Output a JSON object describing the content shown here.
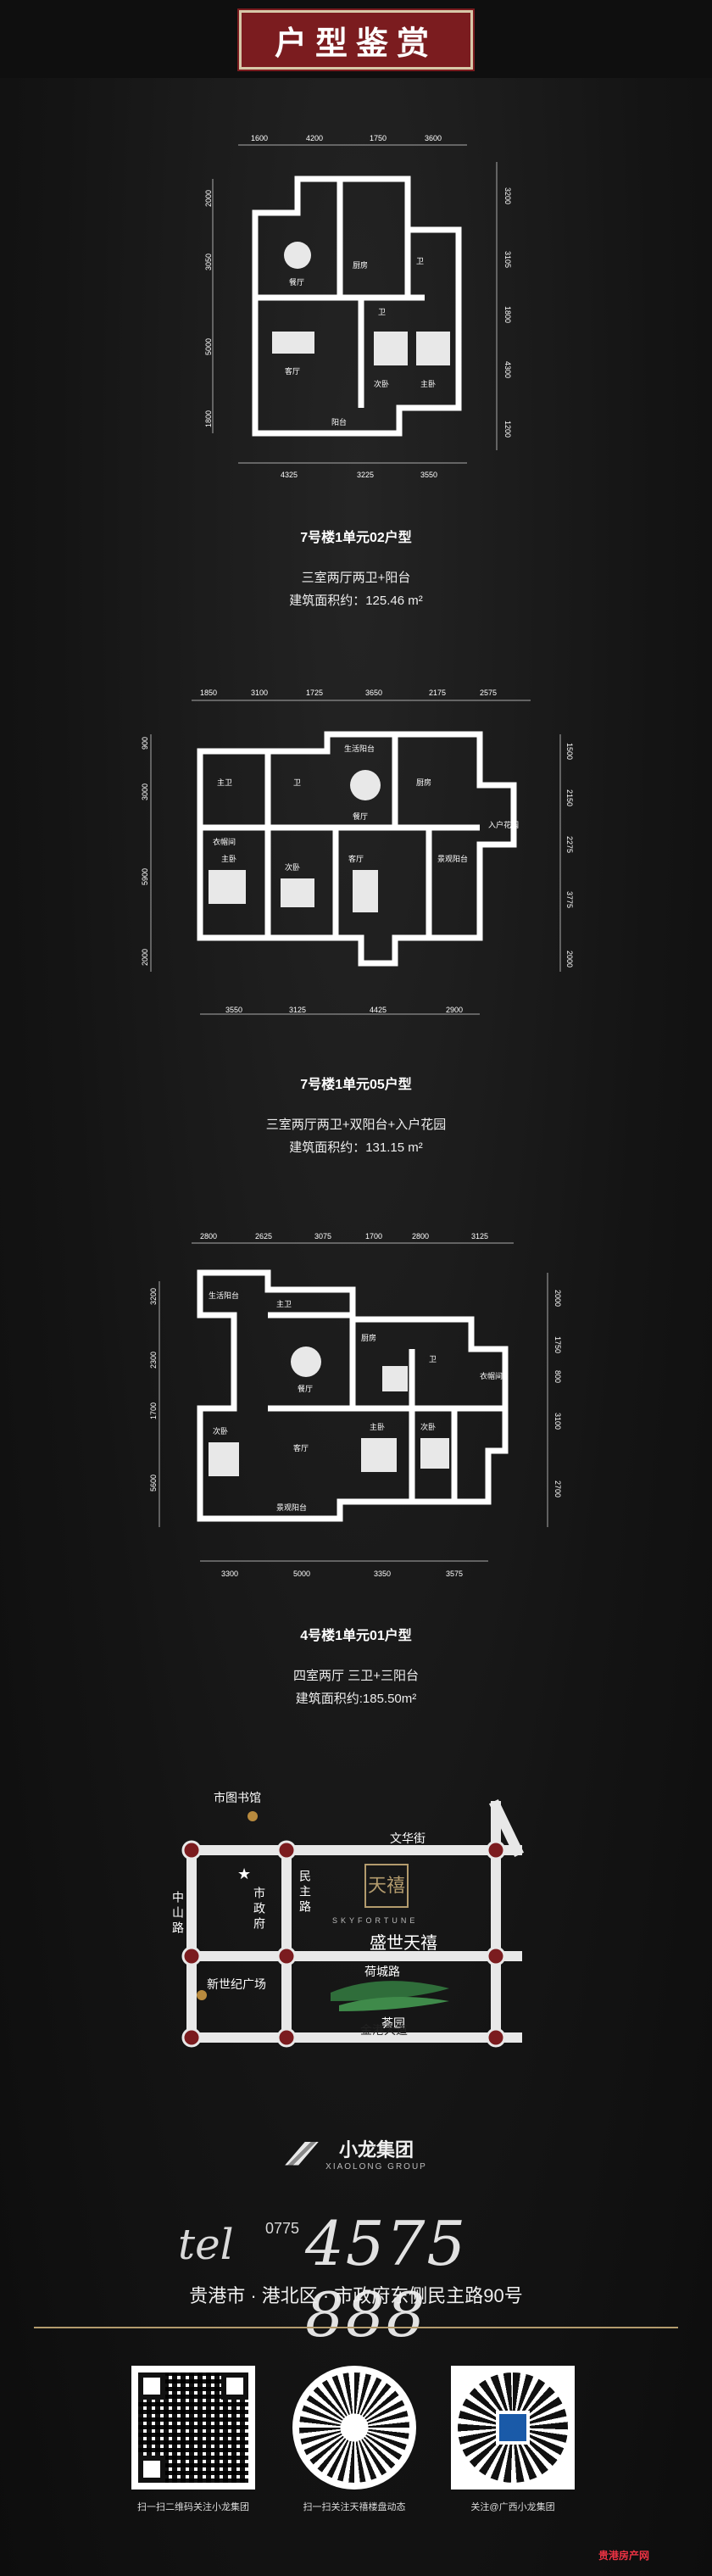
{
  "header": {
    "title": "户型鉴赏"
  },
  "plans": [
    {
      "name": "7号楼1单元02户型",
      "type": "三室两厅两卫+阳台",
      "area": "建筑面积约：125.46 m²",
      "top_dims": [
        "1600",
        "4200",
        "1750",
        "3600"
      ],
      "bottom_dims": [
        "4325",
        "3225",
        "3550"
      ],
      "left_dims": [
        "2000",
        "3050",
        "5000",
        "1800"
      ],
      "right_dims": [
        "3200",
        "3105",
        "1800",
        "4300",
        "1200"
      ],
      "rooms": [
        "餐厅",
        "厨房",
        "客厅",
        "次卧",
        "主卧",
        "阳台",
        "卫",
        "卫"
      ]
    },
    {
      "name": "7号楼1单元05户型",
      "type": "三室两厅两卫+双阳台+入户花园",
      "area": "建筑面积约：131.15 m²",
      "top_dims": [
        "1850",
        "3100",
        "1725",
        "3650",
        "2175",
        "2575"
      ],
      "bottom_dims": [
        "3550",
        "3125",
        "4425",
        "2900"
      ],
      "left_dims": [
        "900",
        "3000",
        "5900",
        "2000"
      ],
      "right_dims": [
        "1500",
        "2150",
        "2275",
        "3775",
        "2000"
      ],
      "rooms": [
        "生活阳台",
        "主卫",
        "厨房",
        "餐厅",
        "衣帽间",
        "主卧",
        "次卧",
        "客厅",
        "入户花园",
        "景观阳台",
        "卫"
      ]
    },
    {
      "name": "4号楼1单元01户型",
      "type": "四室两厅 三卫+三阳台",
      "area": "建筑面积约:185.50m²",
      "top_dims": [
        "2800",
        "2625",
        "3075",
        "1700",
        "2800",
        "3125"
      ],
      "bottom_dims": [
        "3300",
        "5000",
        "3350",
        "3575"
      ],
      "left_dims": [
        "3200",
        "2300",
        "1700",
        "5600"
      ],
      "right_dims": [
        "2000",
        "1750",
        "800",
        "3100",
        "2700"
      ],
      "rooms": [
        "生活阳台",
        "主卫",
        "厨房",
        "餐厅",
        "衣帽间",
        "主卧",
        "次卧",
        "次卧",
        "客厅",
        "景观阳台",
        "卫"
      ]
    }
  ],
  "map": {
    "labels": {
      "library": "市图书馆",
      "wenhua": "文华街",
      "zhongshan": "中山路",
      "gov": "市政府",
      "minzhu": "民主路",
      "hecheng": "荷城路",
      "square": "新世纪广场",
      "jingang": "金港大道",
      "garden": "荟园",
      "project_cn": "盛世天禧",
      "project_en": "SKYFORTUNE",
      "seal": "天禧"
    }
  },
  "brand": {
    "name": "小龙集团",
    "sub": "XIAOLONG GROUP"
  },
  "contact": {
    "tel_prefix": "tel",
    "area_code": "0775",
    "number": "4575 888",
    "address": "贵港市 · 港北区 · 市政府东侧民主路90号"
  },
  "qr": [
    {
      "caption": "扫一扫二维码关注小龙集团"
    },
    {
      "caption": "扫一扫关注天禧楼盘动态"
    },
    {
      "caption": "关注@广西小龙集团"
    }
  ],
  "watermark": "贵港房产网",
  "colors": {
    "accent_red": "#7b1c1f",
    "gold_line": "#b39b6d"
  }
}
